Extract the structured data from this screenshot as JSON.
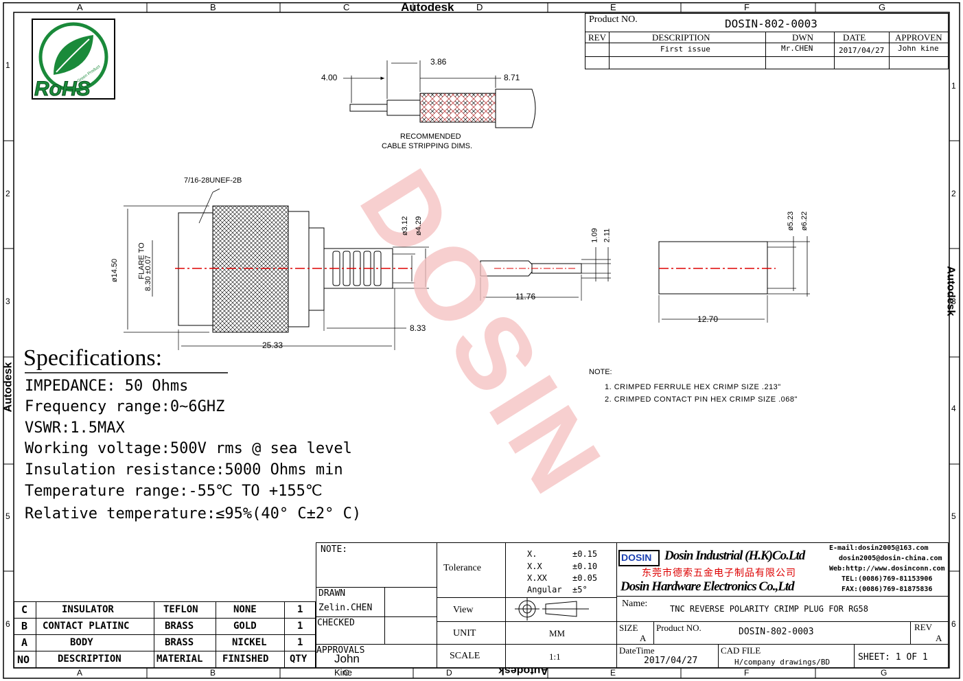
{
  "frame": {
    "columns": [
      "A",
      "B",
      "C",
      "D",
      "E",
      "F",
      "G"
    ],
    "rows_right": [
      "1",
      "2",
      "3",
      "4",
      "5",
      "6"
    ],
    "rows_left": [
      "1",
      "2",
      "3",
      "4",
      "5",
      "6"
    ],
    "autodesk_label": "Autodesk"
  },
  "logo": {
    "text": "RoHS",
    "subtext": "Green Product",
    "color": "#1a8a3a"
  },
  "watermark": {
    "text": "DOSIN",
    "color": "#f3b8b8"
  },
  "title_block": {
    "product_no_label": "Product NO.",
    "product_no_value": "DOSIN-802-0003",
    "rev_label": "REV",
    "description_label": "DESCRIPTION",
    "dwn_label": "DWN",
    "date_label": "DATE",
    "approven_label": "APPROVEN",
    "description_value": "First issue",
    "dwn_value": "Mr.CHEN",
    "date_value": "2017/04/27",
    "approven_value": "John kine"
  },
  "cable_strip": {
    "dim_400": "4.00",
    "dim_386": "3.86",
    "dim_871": "8.71",
    "caption_1": "RECOMMENDED",
    "caption_2": "CABLE STRIPPING DIMS."
  },
  "connector": {
    "thread": "7/16-28UNEF-2B",
    "dia_1450": "ø14.50",
    "flare_1": "FLARE TO",
    "flare_2": "8.30 ±0.07",
    "dia_312": "ø3.12",
    "dia_429": "ø4.29",
    "len_833": "8.33",
    "len_2533": "25.33"
  },
  "pin": {
    "dim_109": "1.09",
    "dim_211": "2.11",
    "len_1176": "11.76"
  },
  "ferrule": {
    "dia_523": "ø5.23",
    "dia_622": "ø6.22",
    "len_1270": "12.70"
  },
  "notes": {
    "title": "NOTE:",
    "items": [
      "1. CRIMPED FERRULE HEX CRIMP SIZE .213\"",
      "2. CRIMPED CONTACT PIN HEX CRIMP SIZE .068\""
    ]
  },
  "specifications": {
    "title": "Specifications:",
    "lines": [
      "IMPEDANCE: 50 Ohms",
      "Frequency range:0~6GHZ",
      "VSWR:1.5MAX",
      "Working voltage:500V rms @ sea level",
      "Insulation resistance:5000 Ohms min",
      "Temperature range:-55℃ TO +155℃",
      "Relative temperature:≤95%(40° C±2° C)"
    ]
  },
  "bom": {
    "rows": [
      {
        "no": "C",
        "description": "INSULATOR",
        "material": "TEFLON",
        "finished": "NONE",
        "qty": "1"
      },
      {
        "no": "B",
        "description": "CONTACT PLATINC",
        "material": "BRASS",
        "finished": "GOLD",
        "qty": "1"
      },
      {
        "no": "A",
        "description": "BODY",
        "material": "BRASS",
        "finished": "NICKEL",
        "qty": "1"
      }
    ],
    "header": {
      "no": "NO",
      "description": "DESCRIPTION",
      "material": "MATERIAL",
      "finished": "FINISHED",
      "qty": "QTY"
    }
  },
  "bottom_block": {
    "note_label": "NOTE:",
    "drawn_label": "DRAWN",
    "drawn_value": "Zelin.CHEN",
    "checked_label": "CHECKED",
    "approvals_label": "APPROVALS",
    "approvals_value_1": "John",
    "approvals_value_2": "Kine",
    "tolerance_label": "Tolerance",
    "tolerances": [
      {
        "k": "X.",
        "v": "±0.15"
      },
      {
        "k": "X.X",
        "v": "±0.10"
      },
      {
        "k": "X.XX",
        "v": "±0.05"
      },
      {
        "k": "Angular",
        "v": "±5°"
      }
    ],
    "view_label": "View",
    "unit_label": "UNIT",
    "unit_value": "MM",
    "scale_label": "SCALE",
    "scale_value": "1:1",
    "company_logo": "DOSIN",
    "company_name_1": "Dosin Industrial (H.K)Co.Ltd",
    "company_name_cn": "东莞市德索五金电子制品有限公司",
    "company_name_2": "Dosin Hardware Electronics Co.,Ltd",
    "email_1": "E-mail:dosin2005@163.com",
    "email_2": "dosin2005@dosin-china.com",
    "web": "Web:http://www.dosinconn.com",
    "tel": "TEL:(0086)769-81153906",
    "fax": "FAX:(0086)769-81875836",
    "name_label": "Name:",
    "name_value": "TNC REVERSE POLARITY CRIMP PLUG FOR RG58",
    "size_label": "SIZE",
    "size_value": "A",
    "product_no_label": "Product NO.",
    "product_no_value": "DOSIN-802-0003",
    "rev_label": "REV",
    "rev_value": "A",
    "datetime_label": "DateTime",
    "datetime_value": "2017/04/27",
    "cad_label": "CAD FILE",
    "cad_value": "H/company drawings/BD",
    "sheet": "SHEET: 1 OF 1"
  }
}
